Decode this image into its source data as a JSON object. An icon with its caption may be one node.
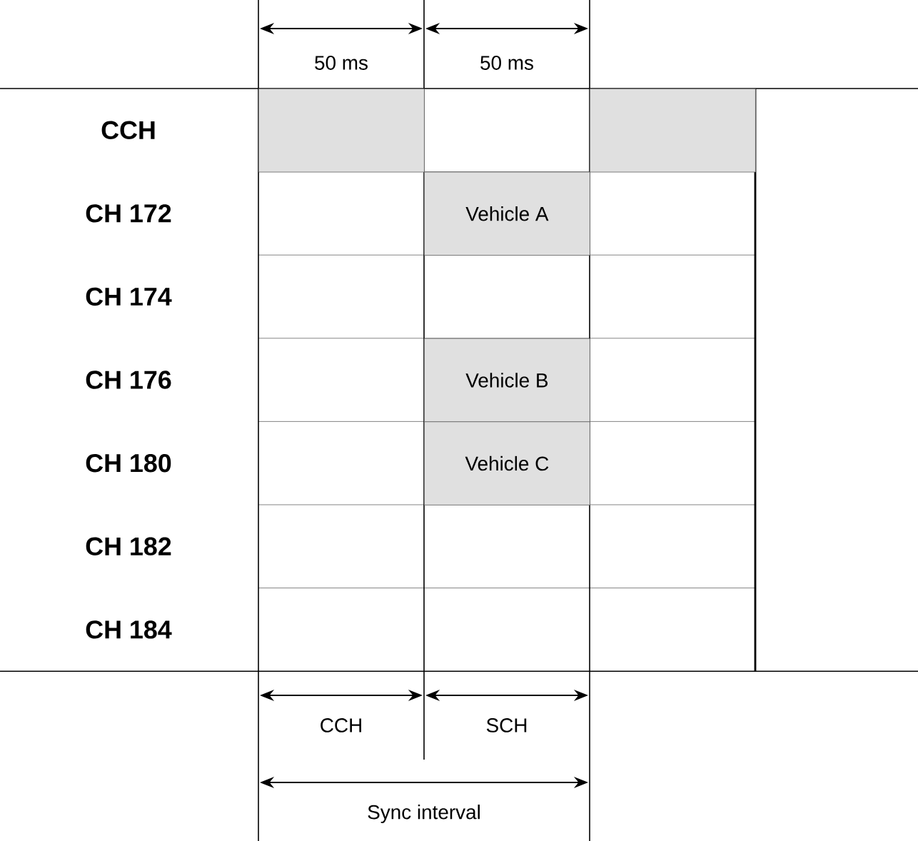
{
  "diagram": {
    "nodes": [
      {
        "text": [],
        "shape": "box"
      },
      {
        "text": [],
        "shape": "box"
      },
      {
        "text": [
          "Vehicle A"
        ]
      },
      {
        "text": [
          "Vehicle B"
        ]
      },
      {
        "text": [
          "Vehicle C"
        ]
      }
    ],
    "labels": [
      "50 ms",
      "50 ms",
      "CCH",
      "CH 172",
      "CH 174",
      "CH 176",
      "CH 180",
      "CH 182",
      "CH 184",
      "CCH",
      "SCH",
      "Sync interval"
    ]
  }
}
